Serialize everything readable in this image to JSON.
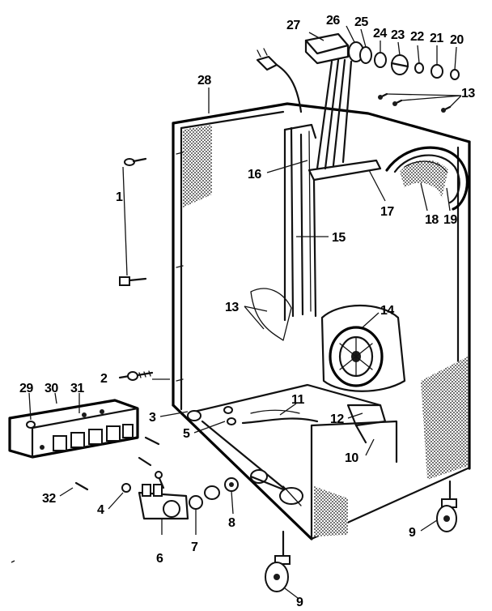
{
  "callouts": {
    "c1": "1",
    "c2": "2",
    "c3": "3",
    "c4": "4",
    "c5": "5",
    "c6": "6",
    "c7": "7",
    "c8": "8",
    "c9a": "9",
    "c9b": "9",
    "c10": "10",
    "c11": "11",
    "c12": "12",
    "c13a": "13",
    "c13b": "13",
    "c14": "14",
    "c15": "15",
    "c16": "16",
    "c17": "17",
    "c18": "18",
    "c19": "19",
    "c20": "20",
    "c21": "21",
    "c22": "22",
    "c23": "23",
    "c24": "24",
    "c25": "25",
    "c26": "26",
    "c27": "27",
    "c28": "28",
    "c29": "29",
    "c30": "30",
    "c31": "31",
    "c32": "32"
  }
}
